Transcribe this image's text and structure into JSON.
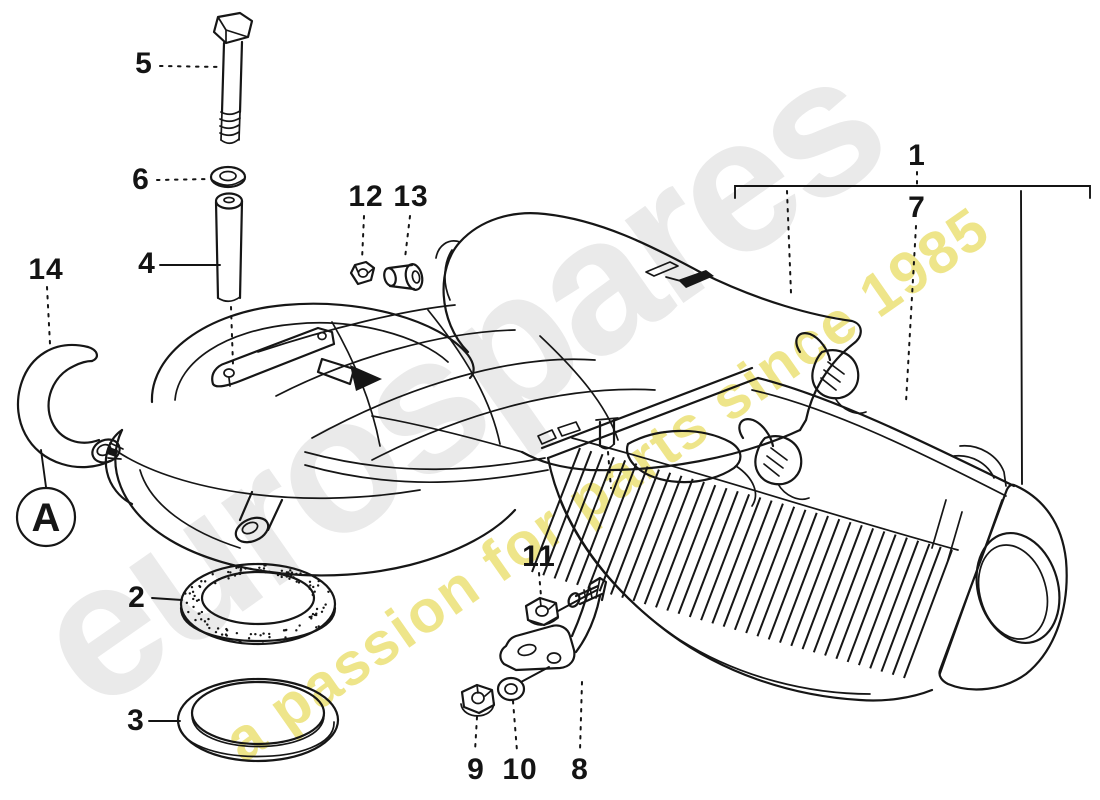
{
  "watermark": {
    "brand": "eurospares",
    "tagline": "a passion for parts since 1985",
    "brand_color": "#eaeaea",
    "tagline_color": "#eadf6e"
  },
  "callouts": [
    {
      "part": "1",
      "label": "1"
    },
    {
      "part": "2",
      "label": "2"
    },
    {
      "part": "3",
      "label": "3"
    },
    {
      "part": "4",
      "label": "4"
    },
    {
      "part": "5",
      "label": "5"
    },
    {
      "part": "6",
      "label": "6"
    },
    {
      "part": "7",
      "label": "7"
    },
    {
      "part": "8",
      "label": "8"
    },
    {
      "part": "9",
      "label": "9"
    },
    {
      "part": "10",
      "label": "10"
    },
    {
      "part": "11",
      "label": "11"
    },
    {
      "part": "12",
      "label": "12"
    },
    {
      "part": "13",
      "label": "13"
    },
    {
      "part": "14",
      "label": "14"
    }
  ],
  "detail_marker": {
    "label": "A"
  },
  "line_color": "#161616"
}
